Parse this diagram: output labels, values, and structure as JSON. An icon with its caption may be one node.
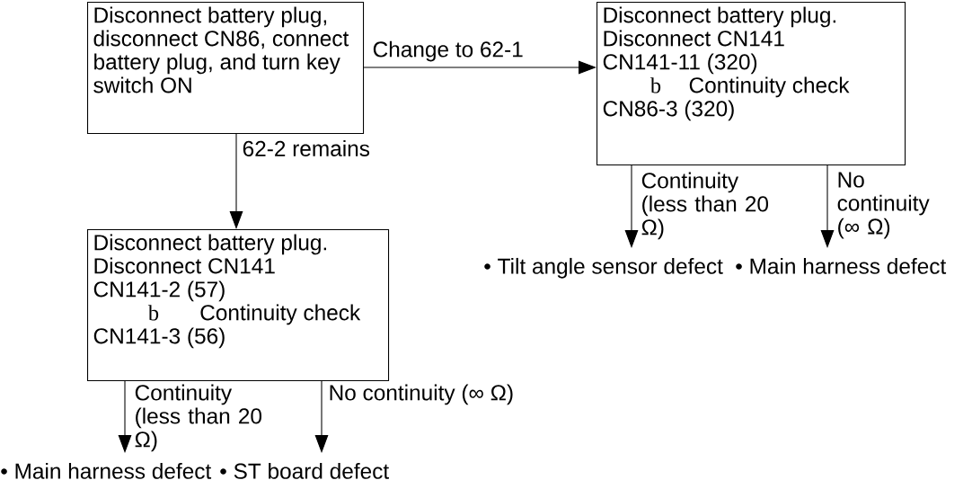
{
  "diagram": {
    "nodes": [
      {
        "text": [
          "Disconnect battery plug, disconnect CN86, connect battery plug, and turn key switch ON"
        ]
      },
      {
        "text": [
          "Disconnect battery plug.",
          "Disconnect CN141",
          "CN141-11 (320)",
          "b",
          "Continuity check",
          "CN86-3 (320)"
        ]
      },
      {
        "text": [
          "Disconnect battery plug.",
          "Disconnect CN141",
          "CN141-2 (57)",
          "b",
          "Continuity check",
          "CN141-3 (56)"
        ]
      },
      {
        "text": [
          "• Tilt angle sensor defect"
        ]
      },
      {
        "text": [
          "• Main harness defect"
        ]
      },
      {
        "text": [
          "• Main harness defect"
        ]
      },
      {
        "text": [
          "• ST board defect"
        ]
      }
    ],
    "edges": [
      {
        "from": 0,
        "to": 1,
        "arrow": "to",
        "label": "Change to 62-1"
      },
      {
        "from": 0,
        "to": 2,
        "arrow": "to",
        "label": "62-2 remains"
      },
      {
        "from": 1,
        "to": 3,
        "arrow": "to",
        "label": "Continuity (less than 20 Ω)"
      },
      {
        "from": 1,
        "to": 4,
        "arrow": "to",
        "label": "No continuity (∞ Ω)"
      },
      {
        "from": 2,
        "to": 5,
        "arrow": "to",
        "label": "Continuity (less than 20 Ω)"
      },
      {
        "from": 2,
        "to": 6,
        "arrow": "to",
        "label": "No continuity (∞ Ω)"
      }
    ]
  }
}
